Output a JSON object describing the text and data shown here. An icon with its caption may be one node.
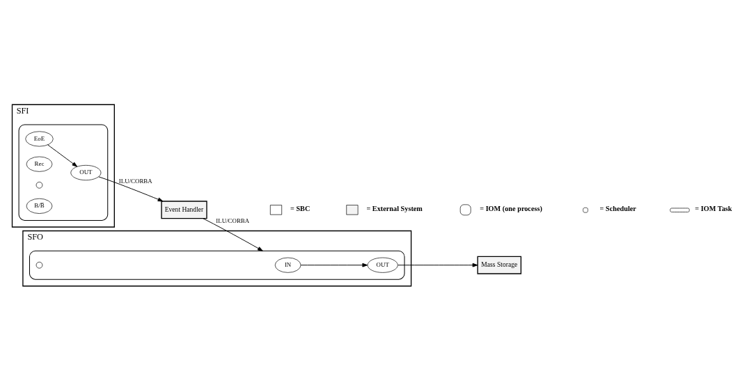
{
  "diagram": {
    "nodes": [
      {
        "text": [
          "SFI"
        ]
      },
      {
        "text": [],
        "shape": "ellipse",
        "in": 0
      },
      {
        "text": [
          "EoE"
        ],
        "in": 1
      },
      {
        "text": [
          "Rec"
        ],
        "in": 1
      },
      {
        "text": [],
        "shape": "circle",
        "in": 1
      },
      {
        "text": [
          "OUT"
        ],
        "in": 1
      },
      {
        "text": [
          "B/B̅"
        ],
        "in": 1
      },
      {
        "text": [
          "SFO"
        ]
      },
      {
        "text": [],
        "shape": "ellipse",
        "in": 7
      },
      {
        "text": [
          "IN"
        ],
        "in": 8
      },
      {
        "text": [],
        "shape": "circle",
        "in": 8
      },
      {
        "text": [
          "OUT"
        ],
        "in": 8
      },
      {
        "text": [
          "Mass Storage"
        ]
      },
      {
        "text": [
          "Event Handler"
        ]
      }
    ],
    "edges": [
      {
        "from": 2,
        "to": 5,
        "arrow": "to"
      },
      {
        "from": 5,
        "to": 13,
        "label": "ILU/CORBA",
        "arrow": "to"
      },
      {
        "from": 13,
        "to": 8,
        "label": "ILU/CORBA",
        "arrow": "to"
      },
      {
        "from": 9,
        "to": 11,
        "arrow": "to"
      },
      {
        "from": 11,
        "to": 12,
        "arrow": "to"
      }
    ],
    "legend": [
      {
        "text": "= SBC"
      },
      {
        "text": "= External System"
      },
      {
        "text": "= IOM (one process)"
      },
      {
        "text": "= Scheduler"
      },
      {
        "text": "= IOM Task"
      }
    ]
  }
}
